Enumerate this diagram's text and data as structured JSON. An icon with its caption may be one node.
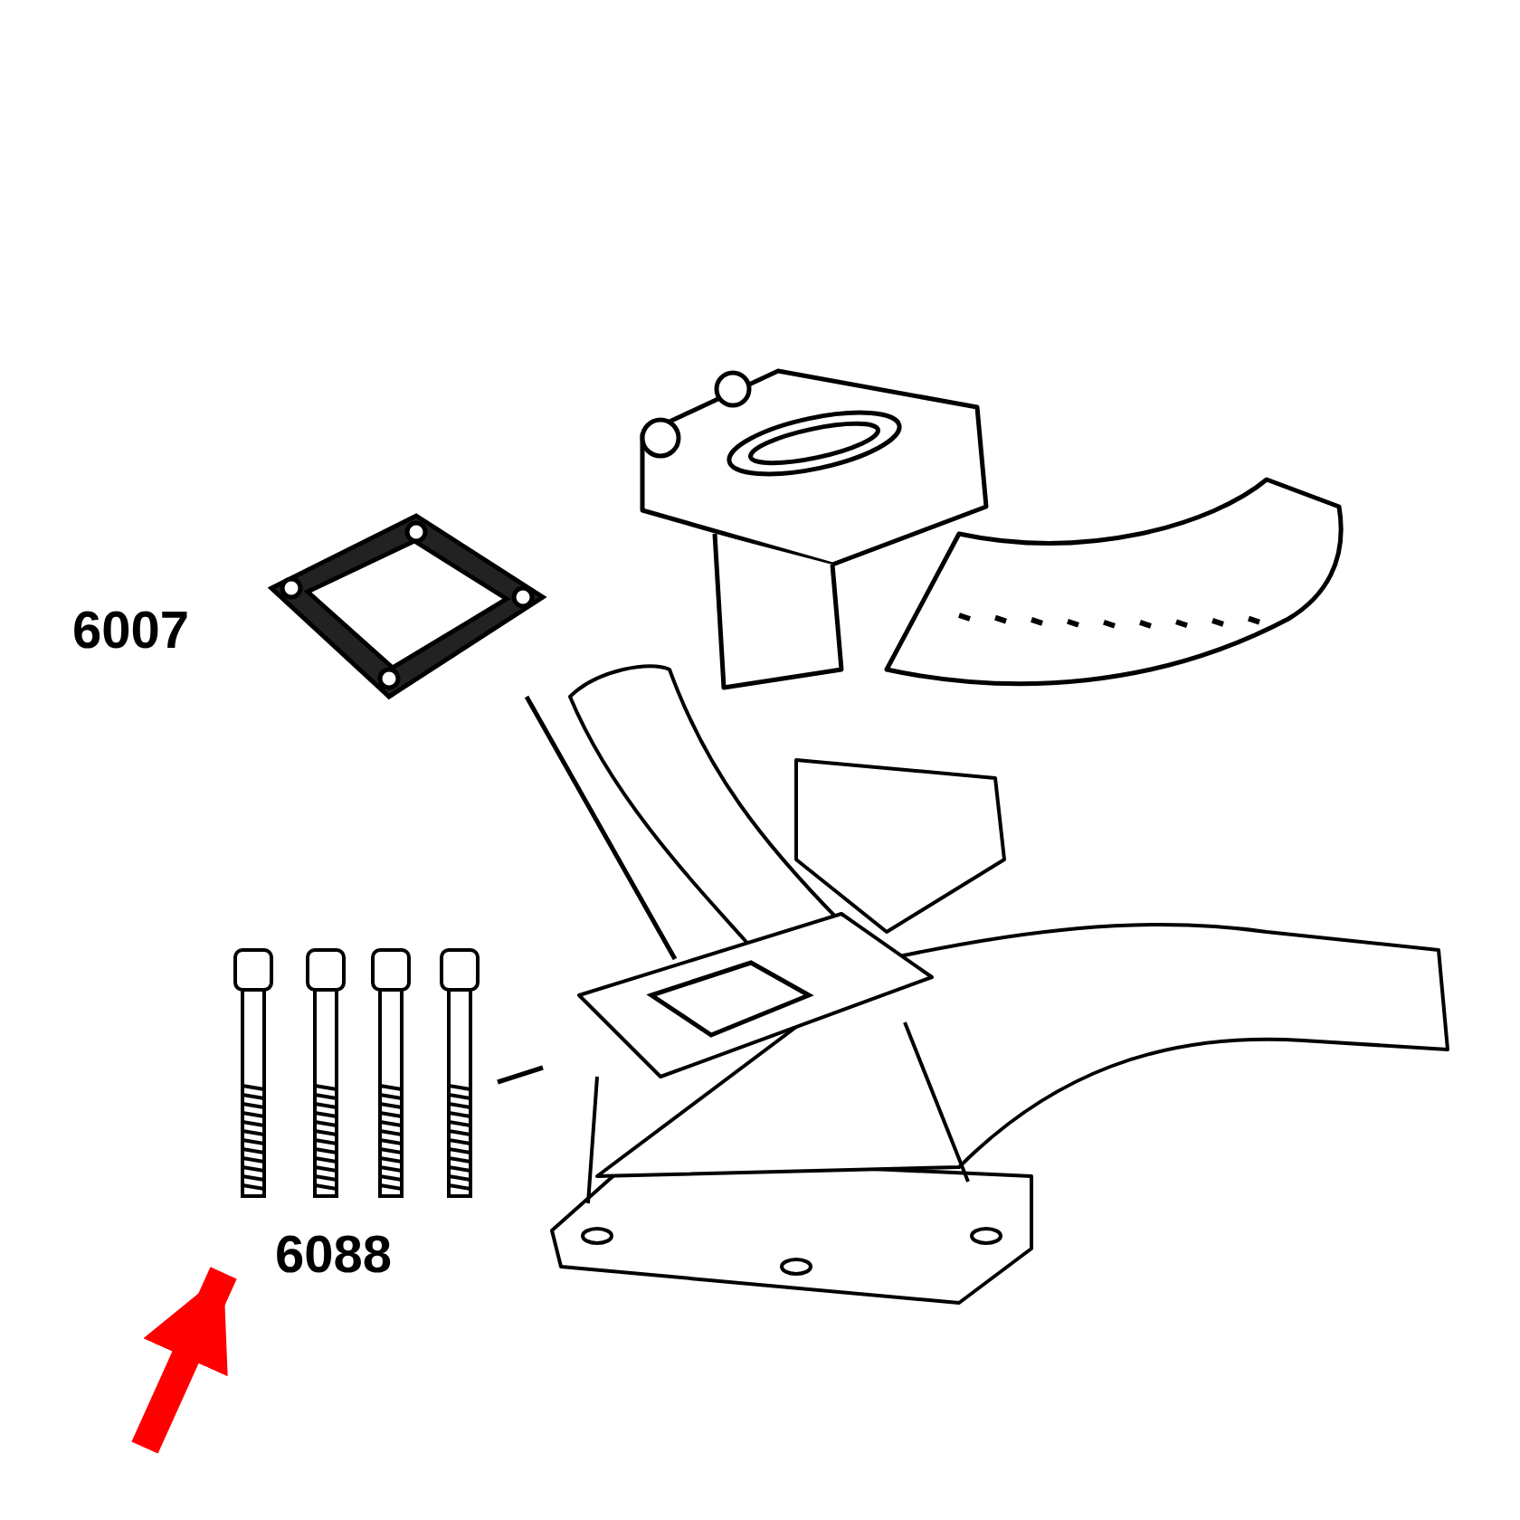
{
  "diagram": {
    "nodes": [
      {
        "text": [],
        "shape": "picture"
      },
      {
        "text": [],
        "shape": "picture",
        "beside": [
          "6007"
        ]
      },
      {
        "text": [],
        "shape": "picture"
      },
      {
        "text": [],
        "shape": "picture",
        "beside": [
          "6088"
        ]
      },
      {
        "text": [],
        "shape": "box",
        "in": 2
      }
    ],
    "edges": [
      {
        "from": 1,
        "to": 4,
        "arrow": "none"
      },
      {
        "from": 3,
        "to": 2,
        "arrow": "none"
      },
      {
        "from": null,
        "to": 3,
        "arrow": "to",
        "style": "thick",
        "color": "#ff0000"
      }
    ]
  }
}
